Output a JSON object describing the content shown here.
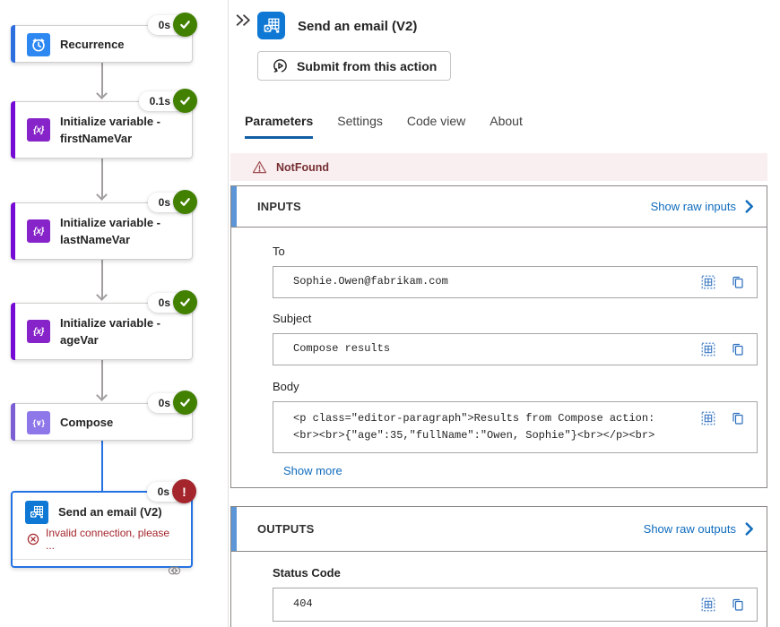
{
  "colors": {
    "recurrence_accent": "#2E6FE0",
    "recurrence_icon_bg": "#2D88F2",
    "variable_accent": "#770BD6",
    "variable_icon_bg": "#8624C9",
    "compose_accent": "#7C5FD3",
    "compose_icon_bg": "#8E77E8",
    "outlook_blue": "#0E78D4",
    "selection_blue": "#2573E3",
    "success_green": "#428000",
    "error_red": "#A4262C",
    "link_blue": "#0F6CBD",
    "tab_underline": "#115EA3",
    "warning_bg": "#FAEFF0",
    "warning_text": "#752F33",
    "inputs_accent": "#5C96D6"
  },
  "workflow": {
    "nodes": [
      {
        "label": "Recurrence",
        "duration": "0s",
        "status": "success"
      },
      {
        "label": "Initialize variable - firstNameVar",
        "duration": "0.1s",
        "status": "success"
      },
      {
        "label": "Initialize variable - lastNameVar",
        "duration": "0s",
        "status": "success"
      },
      {
        "label": "Initialize variable - ageVar",
        "duration": "0s",
        "status": "success"
      },
      {
        "label": "Compose",
        "duration": "0s",
        "status": "success"
      },
      {
        "label": "Send an email (V2)",
        "duration": "0s",
        "status": "error",
        "error": "Invalid connection, please ..."
      }
    ]
  },
  "panel": {
    "title": "Send an email (V2)",
    "submit_label": "Submit from this action",
    "tabs": [
      {
        "label": "Parameters",
        "active": true
      },
      {
        "label": "Settings",
        "active": false
      },
      {
        "label": "Code view",
        "active": false
      },
      {
        "label": "About",
        "active": false
      }
    ],
    "warning_text": "NotFound",
    "inputs": {
      "heading": "INPUTS",
      "raw_link": "Show raw inputs",
      "to_label": "To",
      "to_value": "Sophie.Owen@fabrikam.com",
      "subject_label": "Subject",
      "subject_value": "Compose results",
      "body_label": "Body",
      "body_value": "<p class=\"editor-paragraph\">Results from Compose action: \n<br><br>{\"age\":35,\"fullName\":\"Owen, Sophie\"}<br></p><br>",
      "show_more": "Show more"
    },
    "outputs": {
      "heading": "OUTPUTS",
      "raw_link": "Show raw outputs",
      "status_label": "Status Code",
      "status_value": "404"
    }
  }
}
